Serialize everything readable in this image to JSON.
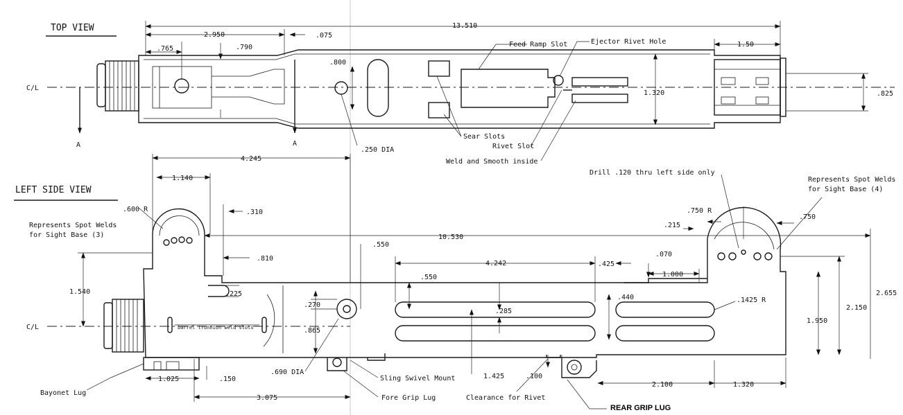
{
  "titles": {
    "top_view": "TOP VIEW",
    "left_side_view": "LEFT SIDE VIEW"
  },
  "top_view": {
    "centerline": "C/L",
    "section_mark": "A",
    "dims": {
      "overall": "13.510",
      "d2950": "2.950",
      "d075": ".075",
      "d765": ".765",
      "d790": ".790",
      "d800": ".800",
      "d150": "1.50",
      "d1320": "1.320",
      "d825": ".825",
      "hole_dia": ".250 DIA"
    },
    "callouts": {
      "feed_ramp": "Feed Ramp Slot",
      "ejector": "Ejector Rivet Hole",
      "sear": "Sear Slots",
      "rivet_slot": "Rivet Slot",
      "weld_smooth": "Weld and Smooth inside"
    }
  },
  "side_view": {
    "centerline": "C/L",
    "dims": {
      "d4245": "4.245",
      "d1140": "1.140",
      "d600r": ".600 R",
      "d310": ".310",
      "d10530": "10.530",
      "d810": ".810",
      "d550a": ".550",
      "d1540": "1.540",
      "d225": ".225",
      "d270": ".270",
      "d865": ".865",
      "d690": ".690 DIA",
      "d1025": "1.025",
      "d150": ".150",
      "d3075": "3.075",
      "d4242": "4.242",
      "d550b": ".550",
      "d285": ".285",
      "d425": ".425",
      "d070": ".070",
      "d1000": "1.000",
      "d440": ".440",
      "d1425r": ".1425 R",
      "d750r": ".750 R",
      "d215": ".215",
      "d750": ".750",
      "d2655": "2.655",
      "d2150": "2.150",
      "d1950": "1.950",
      "d1425": "1.425",
      "d100": ".100",
      "d2100": "2.100",
      "d1320": "1.320"
    },
    "callouts": {
      "spot_welds_3": [
        "Represents Spot Welds",
        "for Sight Base (3)"
      ],
      "spot_welds_4": [
        "Represents Spot Welds",
        "for Sight Base (4)"
      ],
      "drill": "Drill .120 thru left side only",
      "barrel_slots": "barrel trunnion weld slots",
      "bayonet": "Bayonet Lug",
      "sling": "Sling Swivel Mount",
      "fore_grip": "Fore Grip Lug",
      "clearance": "Clearance for Rivet",
      "rear_grip": "REAR GRIP LUG"
    }
  }
}
